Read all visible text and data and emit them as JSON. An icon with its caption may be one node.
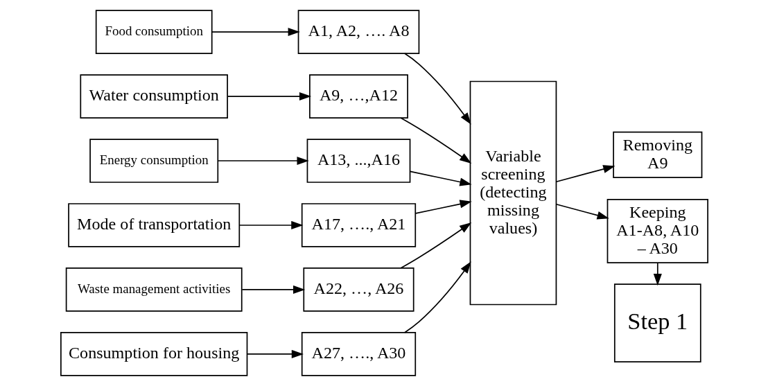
{
  "diagram": {
    "nodes": [
      {
        "text": [
          "Food consumption"
        ]
      },
      {
        "text": [
          "A1, A2, …. A8"
        ]
      },
      {
        "text": [
          "Water consumption"
        ]
      },
      {
        "text": [
          "A9, …,A12"
        ]
      },
      {
        "text": [
          "Energy consumption"
        ]
      },
      {
        "text": [
          "A13, ...,A16"
        ]
      },
      {
        "text": [
          "Mode of transportation"
        ]
      },
      {
        "text": [
          "A17, …., A21"
        ]
      },
      {
        "text": [
          "Waste management activities"
        ]
      },
      {
        "text": [
          "A22, …, A26"
        ]
      },
      {
        "text": [
          "Consumption for housing"
        ]
      },
      {
        "text": [
          "A27, …., A30"
        ]
      },
      {
        "text": [
          "Variable screening (detecting missing values)"
        ]
      },
      {
        "text": [
          "Removing A9"
        ]
      },
      {
        "text": [
          "Keeping A1-A8, A10 – A30"
        ]
      },
      {
        "text": [
          "Step 1"
        ]
      }
    ],
    "edges": [
      {
        "from": 0,
        "to": 1,
        "arrow": "to"
      },
      {
        "from": 2,
        "to": 3,
        "arrow": "to"
      },
      {
        "from": 4,
        "to": 5,
        "arrow": "to"
      },
      {
        "from": 6,
        "to": 7,
        "arrow": "to"
      },
      {
        "from": 8,
        "to": 9,
        "arrow": "to"
      },
      {
        "from": 10,
        "to": 11,
        "arrow": "to"
      },
      {
        "from": 1,
        "to": 12,
        "arrow": "to"
      },
      {
        "from": 3,
        "to": 12,
        "arrow": "to"
      },
      {
        "from": 5,
        "to": 12,
        "arrow": "to"
      },
      {
        "from": 7,
        "to": 12,
        "arrow": "to"
      },
      {
        "from": 9,
        "to": 12,
        "arrow": "to"
      },
      {
        "from": 11,
        "to": 12,
        "arrow": "to"
      },
      {
        "from": 12,
        "to": 13,
        "arrow": "to"
      },
      {
        "from": 12,
        "to": 14,
        "arrow": "to"
      },
      {
        "from": 14,
        "to": 15,
        "arrow": "to"
      }
    ]
  }
}
